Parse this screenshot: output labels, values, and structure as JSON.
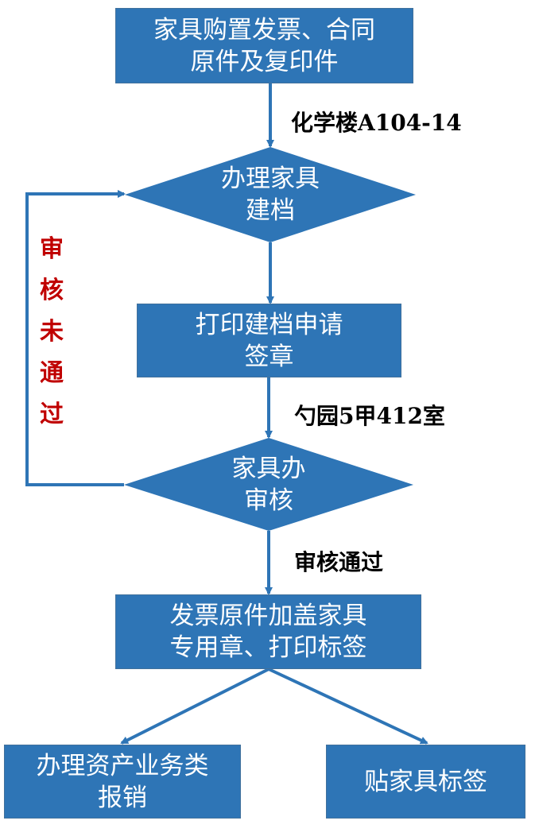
{
  "colors": {
    "shape_fill": "#2e75b6",
    "connector": "#2e75b6",
    "reject_text": "#c00000",
    "label_text": "#000000"
  },
  "nodes": {
    "start": {
      "line1": "家具购置发票、合同",
      "line2": "原件及复印件"
    },
    "register": {
      "line1": "办理家具",
      "line2": "建档"
    },
    "print": {
      "line1": "打印建档申请",
      "line2": "签章"
    },
    "review": {
      "line1": "家具办",
      "line2": "审核"
    },
    "stamp": {
      "line1": "发票原件加盖家具",
      "line2": "专用章、打印标签"
    },
    "reimburse": {
      "line1": "办理资产业务类",
      "line2": "报销"
    },
    "label_furniture": {
      "line1": "贴家具标签"
    }
  },
  "edge_labels": {
    "location1": "化学楼A104-14",
    "location2": "勺园5甲412室",
    "approved": "审核通过",
    "rejected": [
      "审",
      "核",
      "未",
      "通",
      "过"
    ]
  }
}
